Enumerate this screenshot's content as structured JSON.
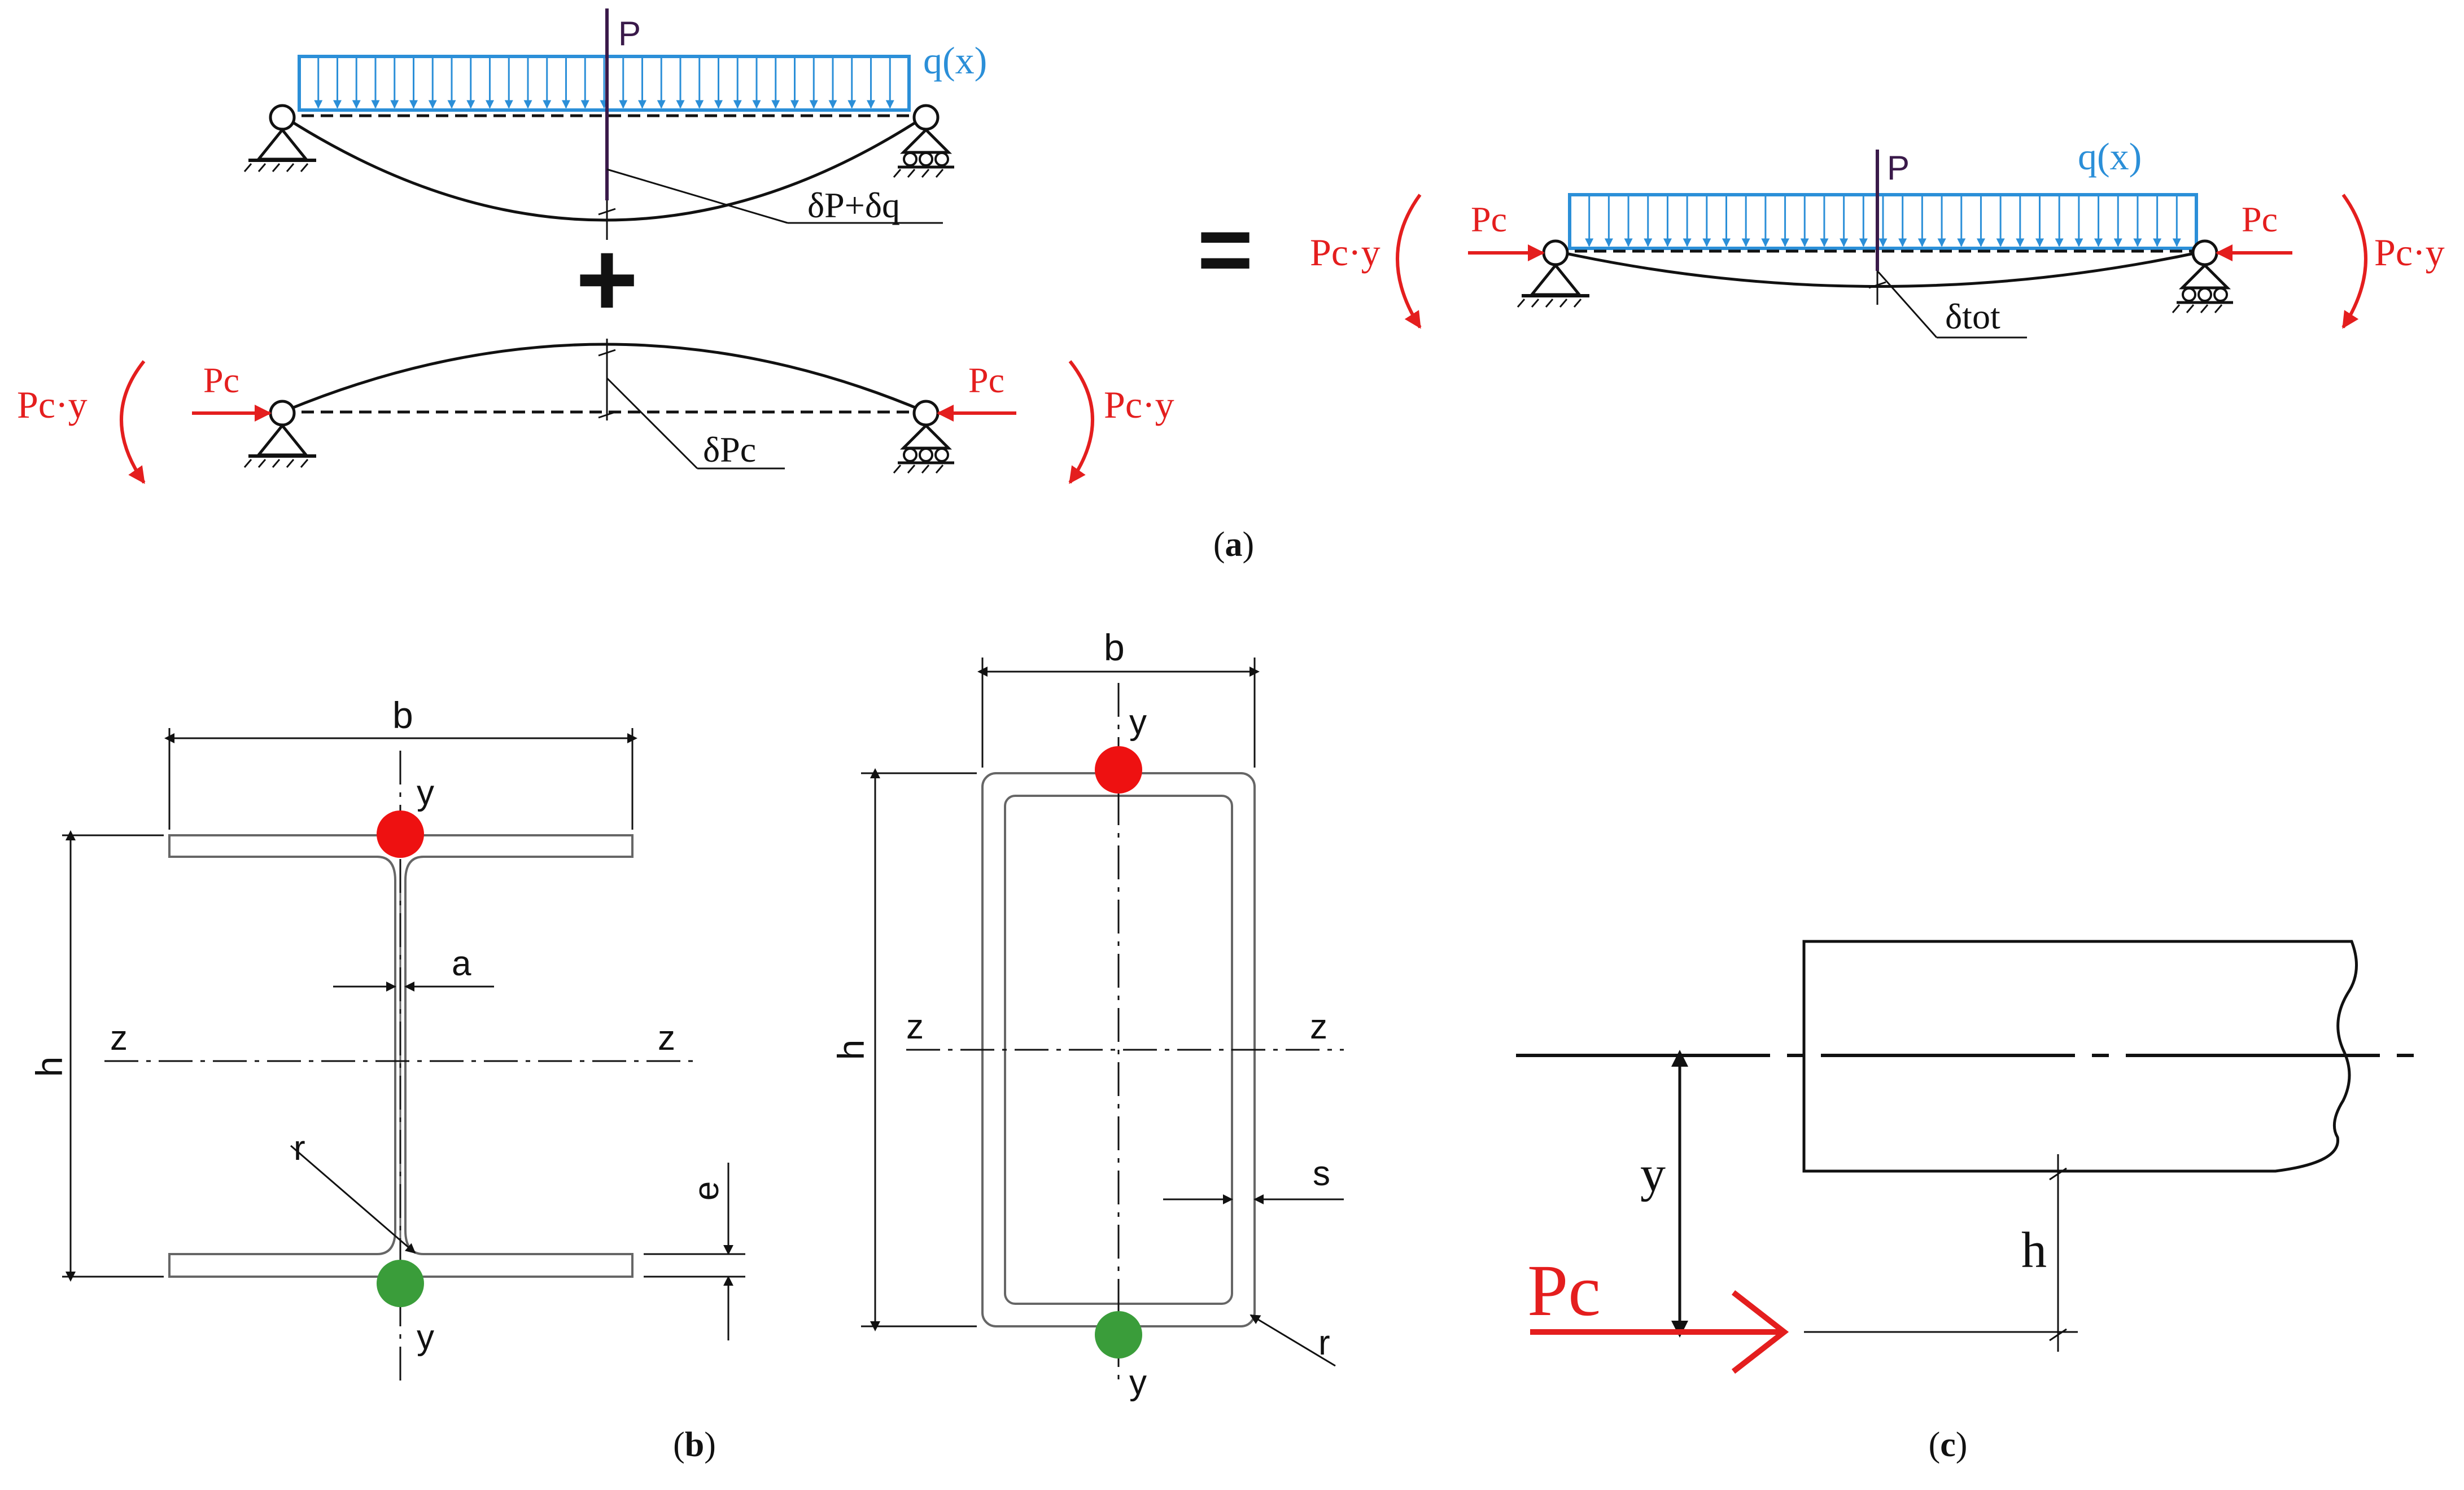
{
  "panels": {
    "a": {
      "caption_open": "(",
      "caption_letter": "a",
      "caption_close": ")"
    },
    "b": {
      "caption_open": "(",
      "caption_letter": "b",
      "caption_close": ")"
    },
    "c": {
      "caption_open": "(",
      "caption_letter": "c",
      "caption_close": ")"
    }
  },
  "beam_top": {
    "P": "P",
    "q": "q(x)",
    "deflection": "δP+δq"
  },
  "operators": {
    "plus": "+",
    "equals": "="
  },
  "beam_bottom": {
    "moment_left": "Pc·y",
    "moment_right": "Pc·y",
    "force_left": "Pc",
    "force_right": "Pc",
    "deflection": "δPc"
  },
  "beam_total": {
    "P": "P",
    "q": "q(x)",
    "moment_left": "Pc·y",
    "moment_right": "Pc·y",
    "force_left": "Pc",
    "force_right": "Pc",
    "deflection": "δtot"
  },
  "ibeam": {
    "b": "b",
    "h": "h",
    "a": "a",
    "r": "r",
    "e": "e",
    "y_top": "y",
    "y_bottom": "y",
    "z_left": "z",
    "z_right": "z"
  },
  "rhs": {
    "b": "b",
    "h": "h",
    "s": "s",
    "r": "r",
    "y_top": "y",
    "y_bottom": "y",
    "z_left": "z",
    "z_right": "z"
  },
  "side_view": {
    "y": "y",
    "h": "h",
    "Pc": "Pc"
  },
  "colors": {
    "load": "#2b8fd8",
    "compression": "#e41e1e",
    "top_point": "#e41e1e",
    "bottom_point": "#3a9d3a",
    "point_load": "#3a1a4a"
  }
}
